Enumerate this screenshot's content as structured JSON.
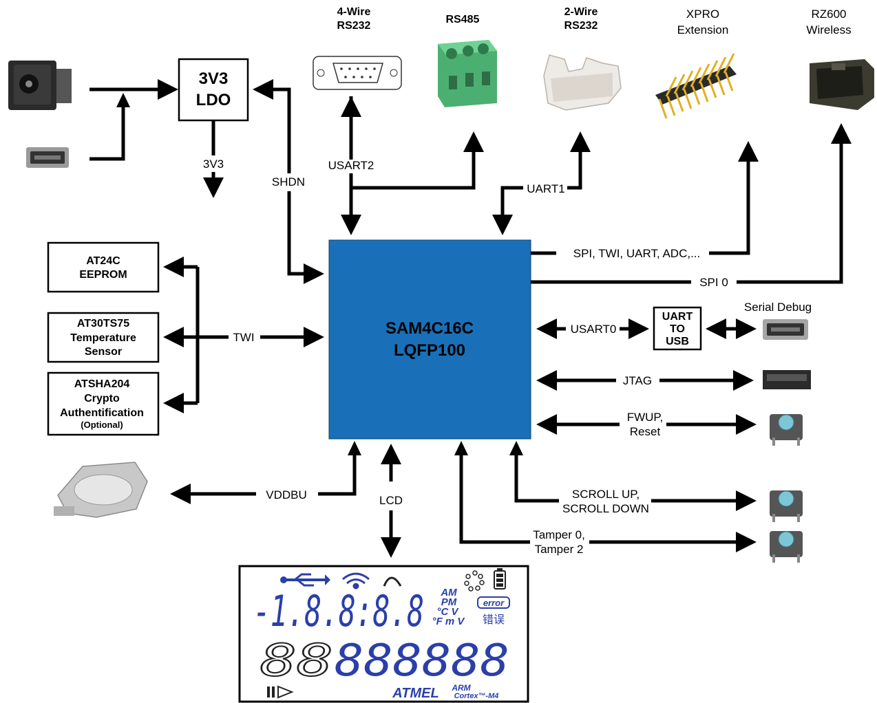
{
  "mcu": {
    "line1": "SAM4C16C",
    "line2": "LQFP100",
    "color": "#1a70b8"
  },
  "ldo": {
    "line1": "3V3",
    "line2": "LDO",
    "out_label": "3V3"
  },
  "peripherals_top": {
    "rs232_4wire": {
      "line1": "4-Wire",
      "line2": "RS232"
    },
    "rs485": {
      "line1": "RS485"
    },
    "rs232_2wire": {
      "line1": "2-Wire",
      "line2": "RS232"
    },
    "xpro": {
      "line1": "XPRO",
      "line2": "Extension"
    },
    "rz600": {
      "line1": "RZ600",
      "line2": "Wireless"
    }
  },
  "left_blocks": {
    "eeprom": {
      "line1": "AT24C",
      "line2": "EEPROM"
    },
    "temp": {
      "line1": "AT30TS75",
      "line2": "Temperature",
      "line3": "Sensor"
    },
    "crypto": {
      "line1": "ATSHA204",
      "line2": "Crypto",
      "line3": "Authentification",
      "line4": "(Optional)"
    }
  },
  "uart_usb": {
    "line1": "UART",
    "line2": "TO",
    "line3": "USB"
  },
  "signals": {
    "shdn": "SHDN",
    "usart2": "USART2",
    "uart1": "UART1",
    "spi_twi": "SPI, TWI, UART, ADC,...",
    "spi0": "SPI 0",
    "twi": "TWI",
    "usart0": "USART0",
    "serial_debug": "Serial Debug",
    "jtag": "JTAG",
    "fwup1": "FWUP,",
    "fwup2": "Reset",
    "scroll1": "SCROLL UP,",
    "scroll2": "SCROLL DOWN",
    "tamper1": "Tamper 0,",
    "tamper2": "Tamper 2",
    "vddbu": "VDDBU",
    "lcd": "LCD"
  },
  "lcd_panel": {
    "digits": "-1.8.8:8.8",
    "units1": "AM",
    "units2": "PM",
    "units3": "°C V",
    "units4": "°F m V",
    "error": "error",
    "error_cn": "错误",
    "alpha": "888888",
    "arm1": "ARM",
    "arm2": "Cortex™-M4",
    "atmel": "ATMEL"
  }
}
